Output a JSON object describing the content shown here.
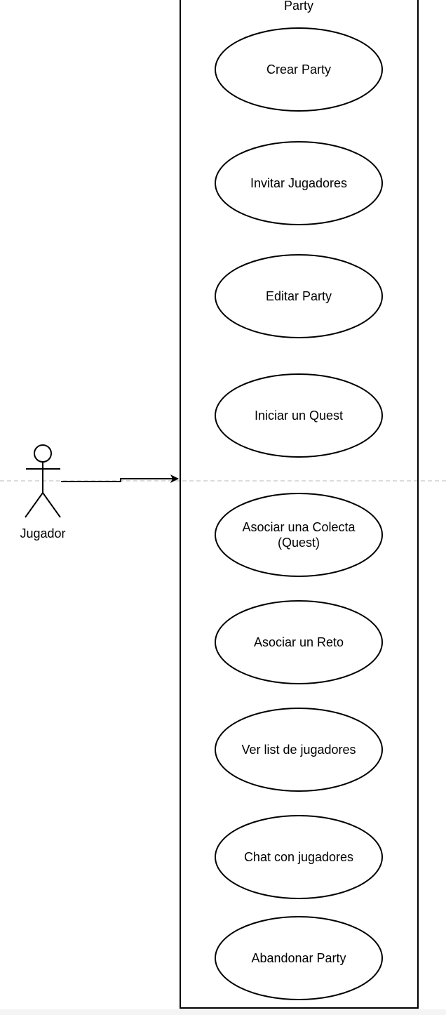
{
  "system_boundary": {
    "title": "Party"
  },
  "actor": {
    "name": "Jugador"
  },
  "use_cases": [
    {
      "lines": [
        "Crear Party"
      ]
    },
    {
      "lines": [
        "Invitar Jugadores"
      ]
    },
    {
      "lines": [
        "Editar Party"
      ]
    },
    {
      "lines": [
        "Iniciar un Quest"
      ]
    },
    {
      "lines": [
        "Asociar una Colecta",
        "(Quest)"
      ]
    },
    {
      "lines": [
        "Asociar un Reto"
      ]
    },
    {
      "lines": [
        "Ver list de jugadores"
      ]
    },
    {
      "lines": [
        "Chat con jugadores"
      ]
    },
    {
      "lines": [
        "Abandonar Party"
      ]
    }
  ],
  "colors": {
    "stroke": "#000000",
    "guide_line": "#c8c8c8",
    "background": "#ffffff"
  }
}
